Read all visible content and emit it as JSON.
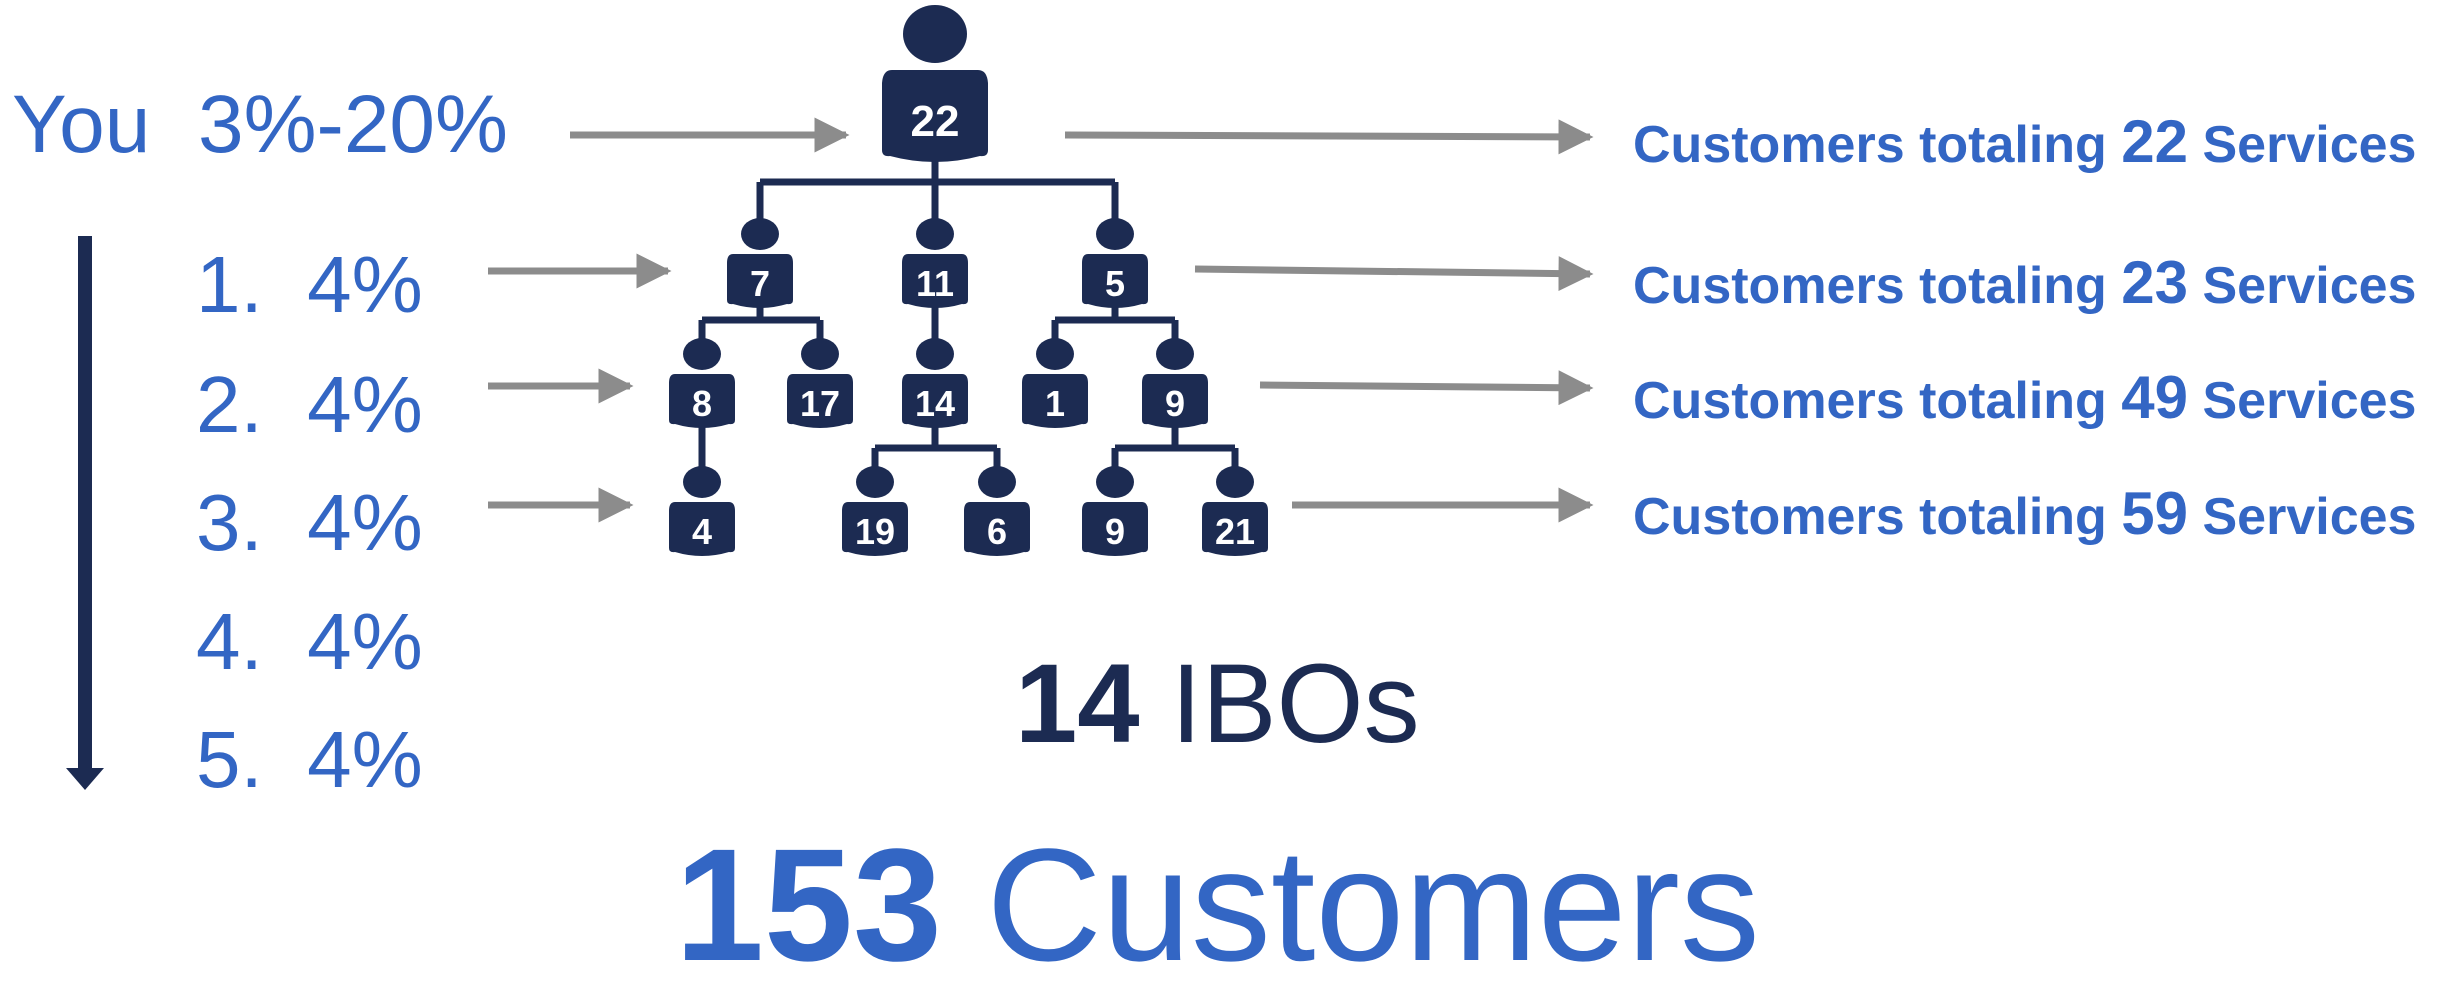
{
  "you_label": "You",
  "you_percent": "3%-20%",
  "levels": [
    {
      "num": "1.",
      "pct": "4%"
    },
    {
      "num": "2.",
      "pct": "4%"
    },
    {
      "num": "3.",
      "pct": "4%"
    },
    {
      "num": "4.",
      "pct": "4%"
    },
    {
      "num": "5.",
      "pct": "4%"
    }
  ],
  "customer_rows": [
    {
      "prefix": "Customers totaling",
      "count": "22",
      "suffix": "Services"
    },
    {
      "prefix": "Customers totaling",
      "count": "23",
      "suffix": "Services"
    },
    {
      "prefix": "Customers totaling",
      "count": "49",
      "suffix": "Services"
    },
    {
      "prefix": "Customers totaling",
      "count": "59",
      "suffix": "Services"
    }
  ],
  "tree": {
    "root": "22",
    "level1": [
      "7",
      "11",
      "5"
    ],
    "level2": [
      "8",
      "17",
      "14",
      "1",
      "9"
    ],
    "level3": [
      "4",
      "19",
      "6",
      "9",
      "21"
    ]
  },
  "ibos": {
    "count": "14",
    "label": "IBOs"
  },
  "total": {
    "count": "153",
    "label": "Customers"
  },
  "colors": {
    "blue": "#3366c4",
    "navy": "#1c2b52",
    "arrow": "#8c8c8c"
  }
}
